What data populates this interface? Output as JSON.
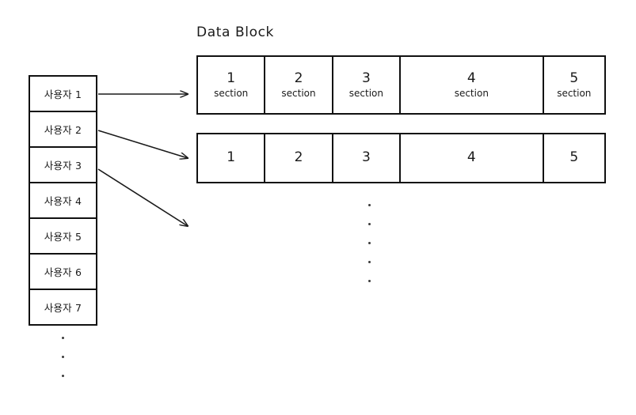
{
  "diagram": {
    "title": "Data Block",
    "background_color": "#ffffff",
    "line_color": "#111111",
    "text_color": "#1a1a1a"
  },
  "user_column": {
    "label": "user-list",
    "items": [
      {
        "label": "사용자 1"
      },
      {
        "label": "사용자 2"
      },
      {
        "label": "사용자 3"
      },
      {
        "label": "사용자 4"
      },
      {
        "label": "사용자 5"
      },
      {
        "label": "사용자 6"
      },
      {
        "label": "사용자 7"
      }
    ],
    "continuation": "···"
  },
  "block_rows": [
    {
      "name": "data-block-row-1",
      "cells": [
        {
          "number": "1",
          "sub": "section"
        },
        {
          "number": "2",
          "sub": "section"
        },
        {
          "number": "3",
          "sub": "section"
        },
        {
          "number": "4",
          "sub": "section"
        },
        {
          "number": "5",
          "sub": "section"
        }
      ]
    },
    {
      "name": "data-block-row-2",
      "cells": [
        {
          "number": "1",
          "sub": ""
        },
        {
          "number": "2",
          "sub": ""
        },
        {
          "number": "3",
          "sub": ""
        },
        {
          "number": "4",
          "sub": ""
        },
        {
          "number": "5",
          "sub": ""
        }
      ]
    }
  ],
  "block_continuation": "·····",
  "arrows": [
    {
      "name": "arrow-user1-to-row1",
      "from": "사용자 1",
      "to": "data-block-row-1"
    },
    {
      "name": "arrow-user2-to-row2",
      "from": "사용자 2",
      "to": "data-block-row-2"
    },
    {
      "name": "arrow-user3-to-row3",
      "from": "사용자 3",
      "to": "data-block-row-3"
    }
  ]
}
